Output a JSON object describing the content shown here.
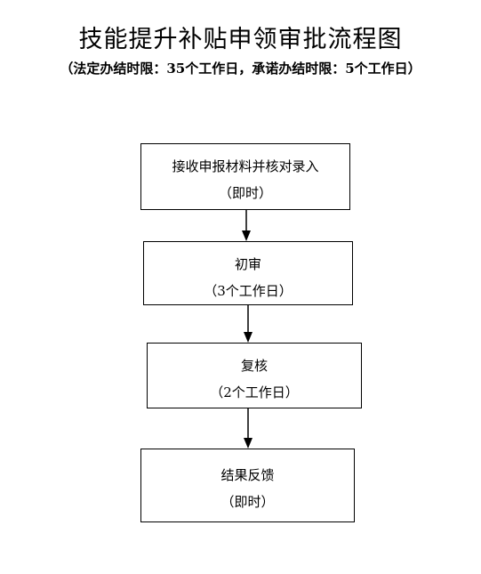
{
  "title": "技能提升补贴申领审批流程图",
  "subtitle": "（法定办结时限：35个工作日，承诺办结时限：5个工作日）",
  "steps": [
    {
      "name": "接收申报材料并核对录入",
      "time": "（即时）"
    },
    {
      "name": "初审",
      "time": "（3个工作日）"
    },
    {
      "name": "复核",
      "time": "（2个工作日）"
    },
    {
      "name": "结果反馈",
      "time": "（即时）"
    }
  ]
}
